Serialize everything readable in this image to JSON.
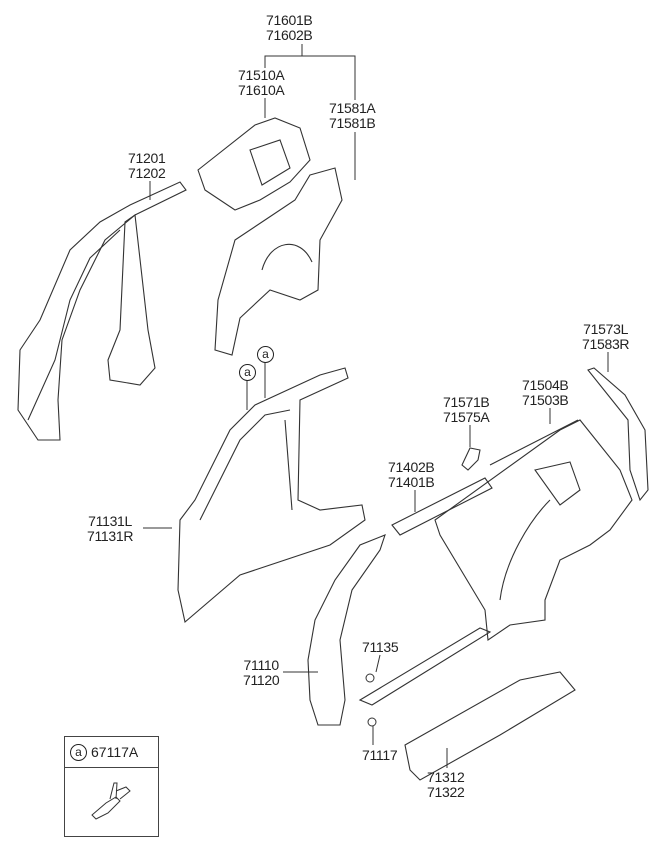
{
  "callouts": {
    "c71601": [
      "71601B",
      "71602B"
    ],
    "c71510": [
      "71510A",
      "71610A"
    ],
    "c71581": [
      "71581A",
      "71581B"
    ],
    "c71201": [
      "71201",
      "71202"
    ],
    "c71131": [
      "71131L",
      "71131R"
    ],
    "c71573": [
      "71573L",
      "71583R"
    ],
    "c71504": [
      "71504B",
      "71503B"
    ],
    "c71571": [
      "71571B",
      "71575A"
    ],
    "c71402": [
      "71402B",
      "71401B"
    ],
    "c71135": [
      "71135"
    ],
    "c71110": [
      "71110",
      "71120"
    ],
    "c71117": [
      "71117"
    ],
    "c71312": [
      "71312",
      "71322"
    ]
  },
  "ref_marker": "a",
  "legend": {
    "marker": "a",
    "part": "67117A"
  }
}
